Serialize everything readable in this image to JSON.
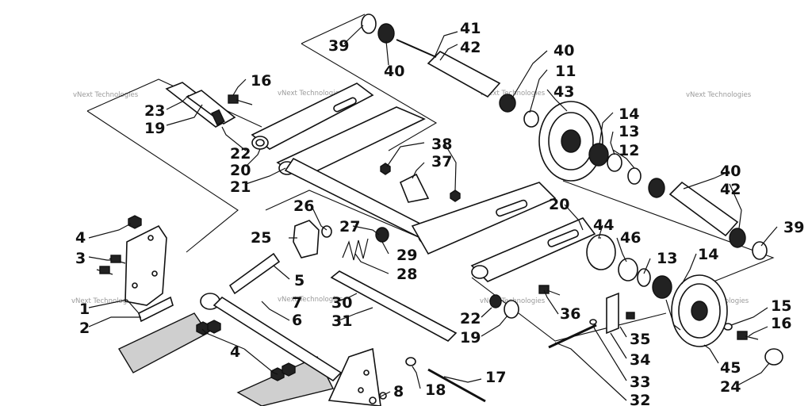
{
  "watermark": "vNext Technologies",
  "callouts": {
    "c1": "1",
    "c2": "2",
    "c3": "3",
    "c4a": "4",
    "c4b": "4",
    "c5": "5",
    "c6": "6",
    "c7": "7",
    "c8": "8",
    "c11": "11",
    "c12": "12",
    "c13a": "13",
    "c13b": "13",
    "c14a": "14",
    "c14b": "14",
    "c15": "15",
    "c16a": "16",
    "c16b": "16",
    "c17": "17",
    "c18": "18",
    "c19a": "19",
    "c19b": "19",
    "c20a": "20",
    "c20b": "20",
    "c21": "21",
    "c22a": "22",
    "c22b": "22",
    "c23": "23",
    "c24": "24",
    "c25": "25",
    "c26": "26",
    "c27": "27",
    "c28": "28",
    "c29": "29",
    "c30": "30",
    "c31": "31",
    "c32": "32",
    "c33": "33",
    "c34": "34",
    "c35": "35",
    "c36": "36",
    "c37": "37",
    "c38": "38",
    "c39a": "39",
    "c39b": "39",
    "c40a": "40",
    "c40b": "40",
    "c40c": "40",
    "c41": "41",
    "c42a": "42",
    "c42b": "42",
    "c43": "43",
    "c44": "44",
    "c45": "45",
    "c46": "46"
  }
}
